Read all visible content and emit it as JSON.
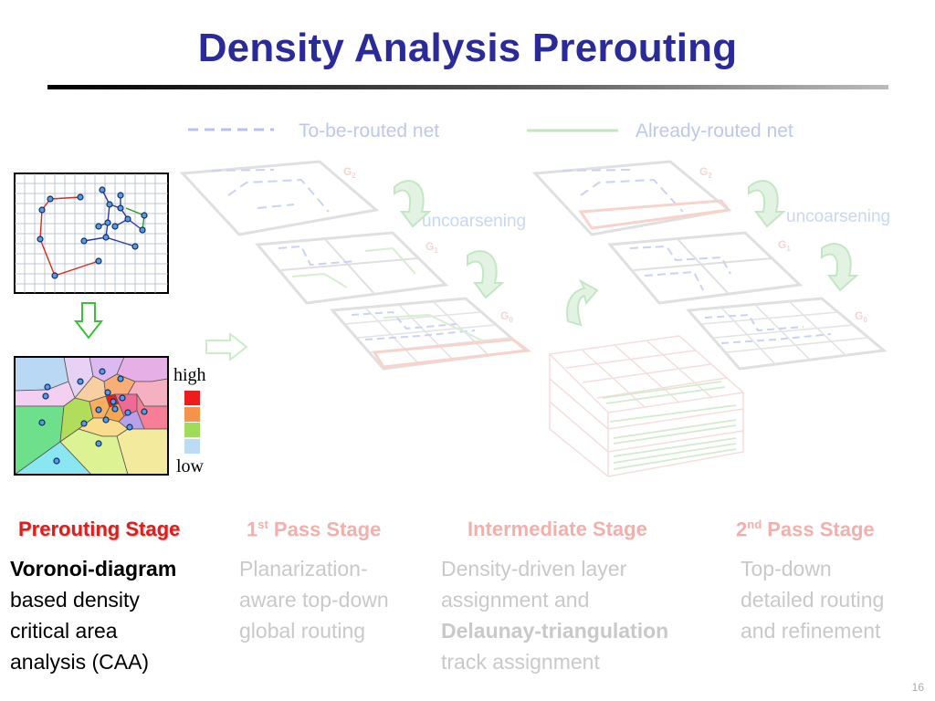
{
  "title": "Density Analysis Prerouting",
  "legend": {
    "to_be_routed": "To-be-routed net",
    "already_routed": "Already-routed net"
  },
  "labels": {
    "uncoarsening": "uncoarsening",
    "g2": "G",
    "g2_sub": "2",
    "g1": "G",
    "g1_sub": "1",
    "g0": "G",
    "g0_sub": "0"
  },
  "density_scale": {
    "high": "high",
    "low": "low",
    "colors": [
      "#ee1d1d",
      "#f6934a",
      "#9fdc58",
      "#bcdcf6"
    ]
  },
  "stages": {
    "prerouting": "Prerouting Stage",
    "first_pass_pre": "1",
    "first_pass_sup": "st",
    "first_pass_post": " Pass Stage",
    "intermediate": "Intermediate Stage",
    "second_pass_pre": "2",
    "second_pass_sup": "nd",
    "second_pass_post": " Pass Stage"
  },
  "descriptions": {
    "prerouting": {
      "line1": "Voronoi-diagram",
      "line2": "based density",
      "line3": "critical area",
      "line4": "analysis (CAA)"
    },
    "first_pass": {
      "line1": "Planarization-",
      "line2": "aware top-down",
      "line3": "global routing"
    },
    "intermediate": {
      "line1": "Density-driven layer",
      "line2": "assignment and",
      "line3": "Delaunay-triangulation",
      "line4": "track assignment"
    },
    "second_pass": {
      "line1": "Top-down",
      "line2": "detailed routing",
      "line3": "and refinement"
    }
  },
  "page_number": "16"
}
